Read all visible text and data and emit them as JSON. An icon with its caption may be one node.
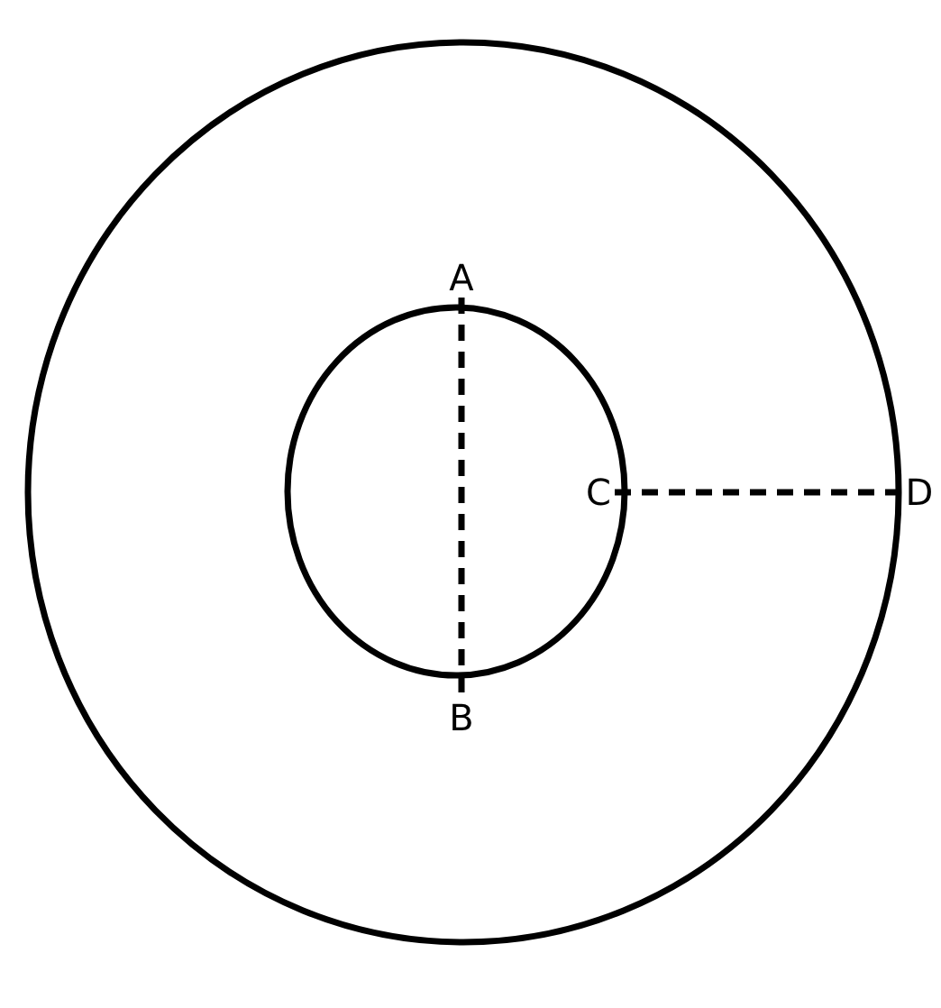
{
  "diagram": {
    "nodes": [
      {
        "text": [],
        "shape": "circle"
      },
      {
        "text": [],
        "shape": "circle",
        "in": 0
      },
      {
        "text": [
          "A"
        ],
        "in": 0
      },
      {
        "text": [
          "B"
        ],
        "in": 0
      },
      {
        "text": [
          "C"
        ],
        "in": 1
      },
      {
        "text": [
          "D"
        ]
      }
    ],
    "edges": [
      {
        "from": 2,
        "to": 3,
        "arrow": "none",
        "style": "dashed"
      },
      {
        "from": 4,
        "to": 5,
        "arrow": "none",
        "style": "dashed"
      }
    ]
  }
}
